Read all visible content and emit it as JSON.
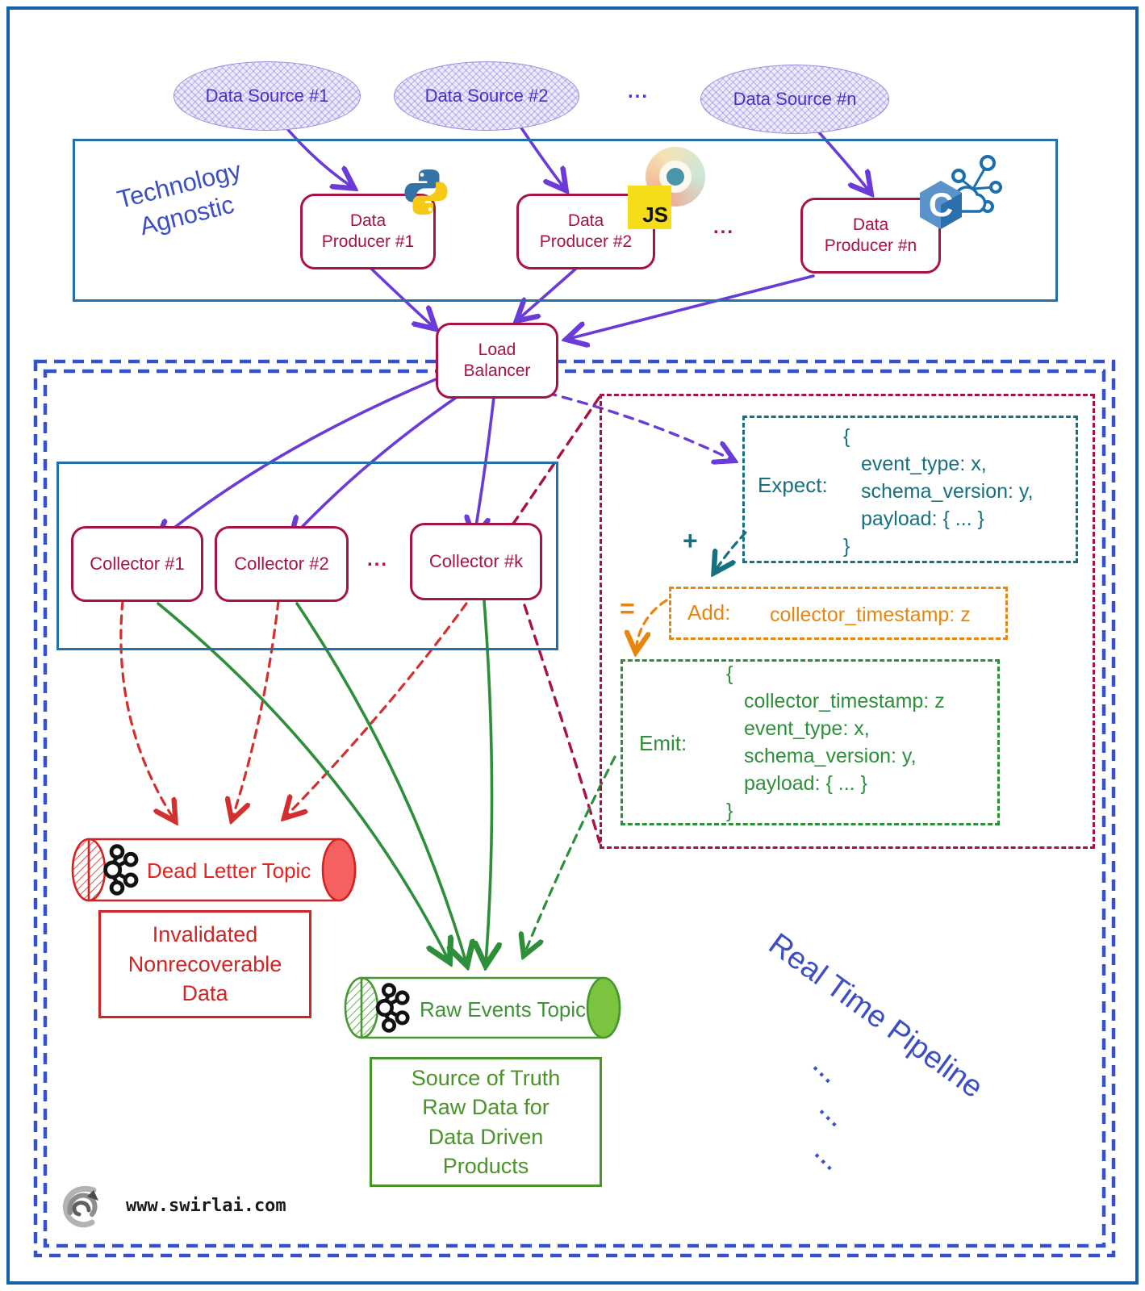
{
  "sources": {
    "items": [
      "Data Source #1",
      "Data Source #2",
      "Data Source #n"
    ],
    "dots": "..."
  },
  "tech_box": {
    "label_line1": "Technology",
    "label_line2": "Agnostic",
    "producers": [
      {
        "line1": "Data",
        "line2": "Producer #1"
      },
      {
        "line1": "Data",
        "line2": "Producer #2"
      },
      {
        "line1": "Data",
        "line2": "Producer #n"
      }
    ],
    "dots": "...",
    "js_label": "JS",
    "c_label": "C"
  },
  "load_balancer": {
    "line1": "Load",
    "line2": "Balancer"
  },
  "collectors": {
    "items": [
      "Collector #1",
      "Collector #2",
      "Collector #k"
    ],
    "dots": "..."
  },
  "validation": {
    "expect": {
      "label": "Expect:",
      "lines": [
        "{",
        "event_type: x,",
        "schema_version: y,",
        "payload: { ... }",
        "}"
      ]
    },
    "plus": "+",
    "equals": "=",
    "add": {
      "label": "Add:",
      "value": "collector_timestamp: z"
    },
    "emit": {
      "label": "Emit:",
      "lines": [
        "{",
        "collector_timestamp: z",
        "event_type: x,",
        "schema_version: y,",
        "payload: { ... }",
        "}"
      ]
    }
  },
  "topics": {
    "dead_letter": {
      "label": "Dead Letter Topic"
    },
    "invalid_box": {
      "line1": "Invalidated",
      "line2": "Nonrecoverable",
      "line3": "Data"
    },
    "raw_events": {
      "label": "Raw Events Topic"
    },
    "truth_box": {
      "line1": "Source of Truth",
      "line2": "Raw Data for",
      "line3": "Data Driven",
      "line4": "Products"
    }
  },
  "pipeline": {
    "label": "Real Time Pipeline",
    "dots": "..."
  },
  "footer": {
    "url": "www.swirlai.com"
  },
  "colors": {
    "steel_blue_frame": "#2270ae",
    "royal_blue_dash": "#3351c9",
    "purple_arrow": "#6a3bd6",
    "crimson": "#a81245",
    "red": "#d32f2f",
    "green": "#2e8f3a",
    "teal": "#16707f",
    "orange": "#e8850f",
    "blue_text": "#3b4ec6"
  }
}
